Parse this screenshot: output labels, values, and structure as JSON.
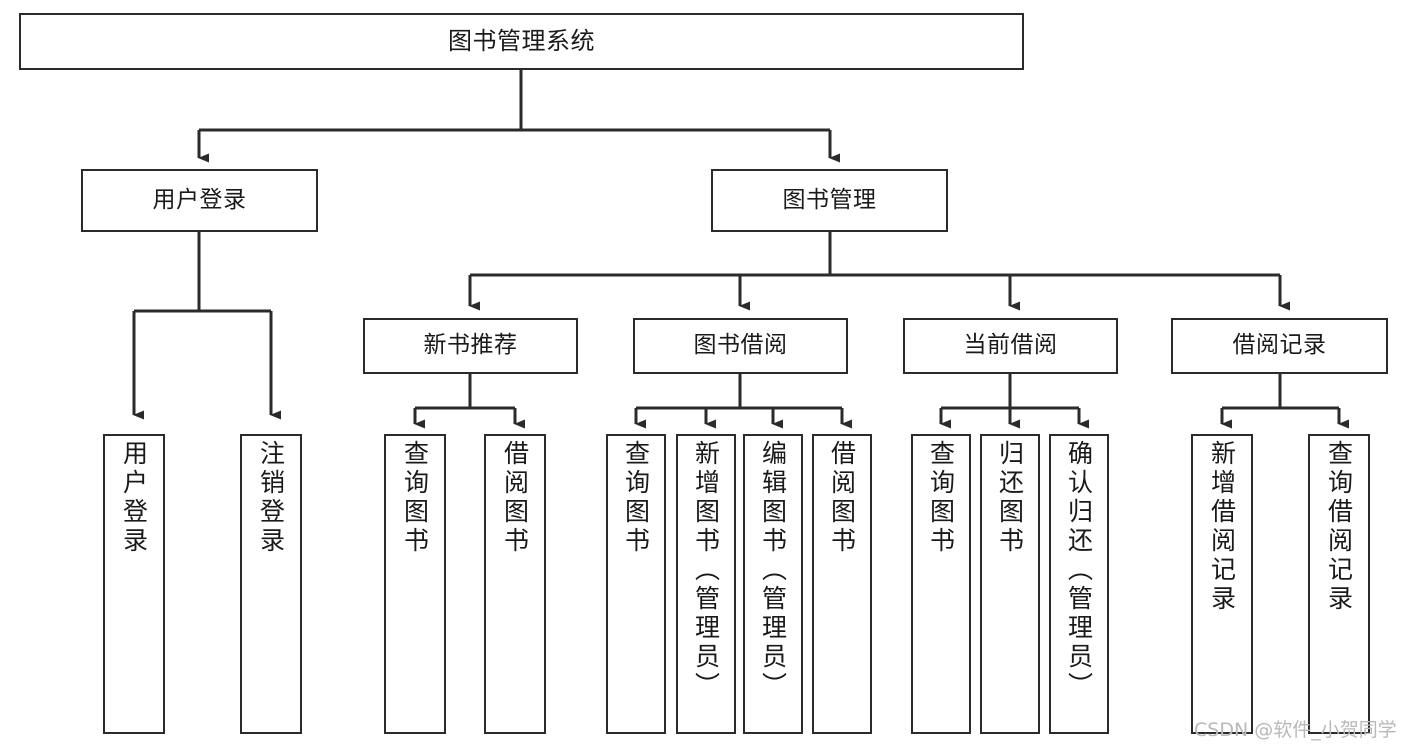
{
  "diagram": {
    "title": "图书管理系统",
    "type": "功能结构图",
    "watermark": "CSDN @软件_小贺同学",
    "colors": {
      "stroke": "#2b2b2b",
      "fill": "#ffffff",
      "text": "#1a1a1a",
      "watermark": "#b9b9b9"
    },
    "levels": {
      "root": {
        "label": "图书管理系统"
      },
      "level2": [
        {
          "id": "user-login",
          "label": "用户登录"
        },
        {
          "id": "book-manage",
          "label": "图书管理"
        }
      ],
      "level3": [
        {
          "id": "new-book-rec",
          "label": "新书推荐",
          "parent": "book-manage"
        },
        {
          "id": "book-borrow",
          "label": "图书借阅",
          "parent": "book-manage"
        },
        {
          "id": "current-borrow",
          "label": "当前借阅",
          "parent": "book-manage"
        },
        {
          "id": "borrow-record",
          "label": "借阅记录",
          "parent": "book-manage"
        }
      ],
      "leaves": [
        {
          "id": "leaf-user-login",
          "label": "用户登录",
          "parent": "user-login"
        },
        {
          "id": "leaf-logout-login",
          "label": "注销登录",
          "parent": "user-login"
        },
        {
          "id": "leaf-query-book-1",
          "label": "查询图书",
          "parent": "new-book-rec"
        },
        {
          "id": "leaf-borrow-book-1",
          "label": "借阅图书",
          "parent": "new-book-rec"
        },
        {
          "id": "leaf-query-book-2",
          "label": "查询图书",
          "parent": "book-borrow"
        },
        {
          "id": "leaf-add-book",
          "label": "新增图书（管理员）",
          "parent": "book-borrow"
        },
        {
          "id": "leaf-edit-book",
          "label": "编辑图书（管理员）",
          "parent": "book-borrow"
        },
        {
          "id": "leaf-borrow-book-2",
          "label": "借阅图书",
          "parent": "book-borrow"
        },
        {
          "id": "leaf-query-book-3",
          "label": "查询图书",
          "parent": "current-borrow"
        },
        {
          "id": "leaf-return-book",
          "label": "归还图书",
          "parent": "current-borrow"
        },
        {
          "id": "leaf-confirm-return",
          "label": "确认归还（管理员）",
          "parent": "current-borrow"
        },
        {
          "id": "leaf-add-record",
          "label": "新增借阅记录",
          "parent": "borrow-record"
        },
        {
          "id": "leaf-query-record",
          "label": "查询借阅记录",
          "parent": "borrow-record"
        }
      ]
    }
  }
}
